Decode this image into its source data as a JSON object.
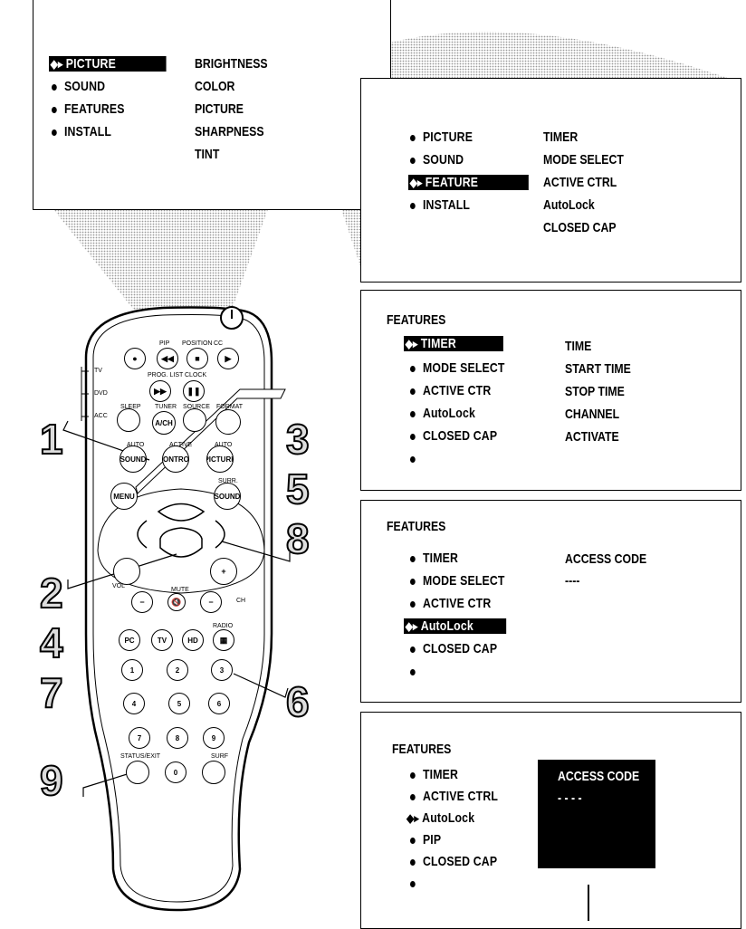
{
  "main_menu": {
    "left": [
      "PICTURE",
      "SOUND",
      "FEATURES",
      "INSTALL"
    ],
    "right": [
      "BRIGHTNESS",
      "COLOR",
      "PICTURE",
      "SHARPNESS",
      "TINT"
    ]
  },
  "feature_menu": {
    "left": [
      "PICTURE",
      "SOUND",
      "FEATURE",
      "INSTALL"
    ],
    "right": [
      "TIMER",
      "MODE SELECT",
      "ACTIVE CTRL",
      "AutoLock",
      "CLOSED CAP"
    ]
  },
  "timer_menu": {
    "title": "FEATURES",
    "left": [
      "TIMER",
      "MODE SELECT",
      "ACTIVE CTR",
      "AutoLock",
      "CLOSED CAP"
    ],
    "right": [
      "TIME",
      "START TIME",
      "STOP TIME",
      "CHANNEL",
      "ACTIVATE"
    ]
  },
  "autolock_menu": {
    "title": "FEATURES",
    "left": [
      "TIMER",
      "MODE SELECT",
      "ACTIVE CTR",
      "AutoLock",
      "CLOSED CAP"
    ],
    "access_label": "ACCESS CODE",
    "access_value": "----"
  },
  "access_menu": {
    "title": "FEATURES",
    "left": [
      "TIMER",
      "ACTIVE CTRL",
      "AutoLock",
      "PIP",
      "CLOSED CAP"
    ],
    "access_label": "ACCESS CODE",
    "access_value": "- - - -"
  },
  "steps": [
    "1",
    "3",
    "5",
    "8",
    "2",
    "4",
    "7",
    "6",
    "9"
  ],
  "remote": {
    "switch": [
      "TV",
      "DVD",
      "ACC"
    ],
    "top_labels": [
      "PIP",
      "POSITION",
      "CC",
      "PROG. LIST",
      "CLOCK",
      "SLEEP",
      "TUNER",
      "SOURCE",
      "FORMAT",
      "AUTO",
      "ACTIVE",
      "AUTO",
      "SURR."
    ],
    "buttons": {
      "menu": "MENU",
      "sound": "SOUND",
      "control": "CONTROL",
      "picture": "PICTURE",
      "surr_sound": "SOUND",
      "ach": "A/CH",
      "vol": "VOL",
      "ch": "CH",
      "mute": "MUTE",
      "pc": "PC",
      "tv": "TV",
      "hd": "HD",
      "radio": "RADIO",
      "status": "STATUS/EXIT",
      "surf": "SURF"
    },
    "digits": [
      "1",
      "2",
      "3",
      "4",
      "5",
      "6",
      "7",
      "8",
      "9",
      "0"
    ]
  }
}
